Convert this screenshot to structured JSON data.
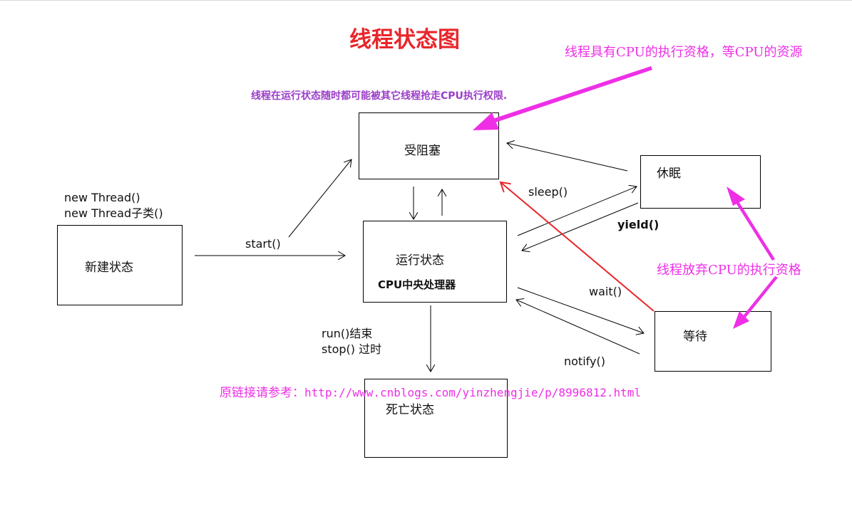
{
  "title": "线程状态图",
  "notes": {
    "pink_top": "线程具有CPU的执行资格，等CPU的资源",
    "purple_top": "线程在运行状态随时都可能被其它线程抢走CPU执行权限.",
    "pink_middle": "线程放弃CPU的执行资格",
    "source_prefix": "原链接请参考：",
    "source_url": "http://www.cnblogs.com/yinzhengjie/p/8996812.html"
  },
  "states": {
    "new": "新建状态",
    "blocked": "受阻塞",
    "running": "运行状态",
    "running_sub": "CPU中央处理器",
    "sleep": "休眠",
    "wait": "等待",
    "dead": "死亡状态"
  },
  "labels": {
    "new_thread_1": "new Thread()",
    "new_thread_2": "new Thread子类()",
    "start": "start()",
    "sleep": "sleep()",
    "yield": "yield()",
    "wait": "wait()",
    "notify": "notify()",
    "run_end": "run()结束",
    "stop": "stop() 过时"
  },
  "colors": {
    "title": "#e8262b",
    "pink": "#ee2fe6",
    "purple": "#9b3ec8",
    "red_arrow": "#e8262b",
    "line": "#000000"
  }
}
